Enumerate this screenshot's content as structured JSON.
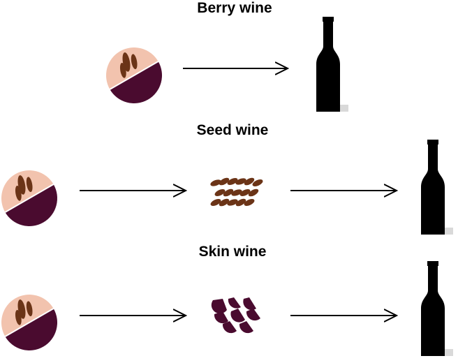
{
  "titles": {
    "berry": "Berry wine",
    "seed": "Seed wine",
    "skin": "Skin wine"
  },
  "colors": {
    "skin": "#4a0b2f",
    "flesh": "#f2c3ae",
    "seed": "#6b3417",
    "bottle": "#000000",
    "arrow": "#000000"
  },
  "icons": {
    "grape": "grape-half-icon",
    "seeds": "seed-pile-icon",
    "skins": "skin-pile-icon",
    "bottle": "wine-bottle-icon",
    "arrow": "arrow-right-icon"
  }
}
